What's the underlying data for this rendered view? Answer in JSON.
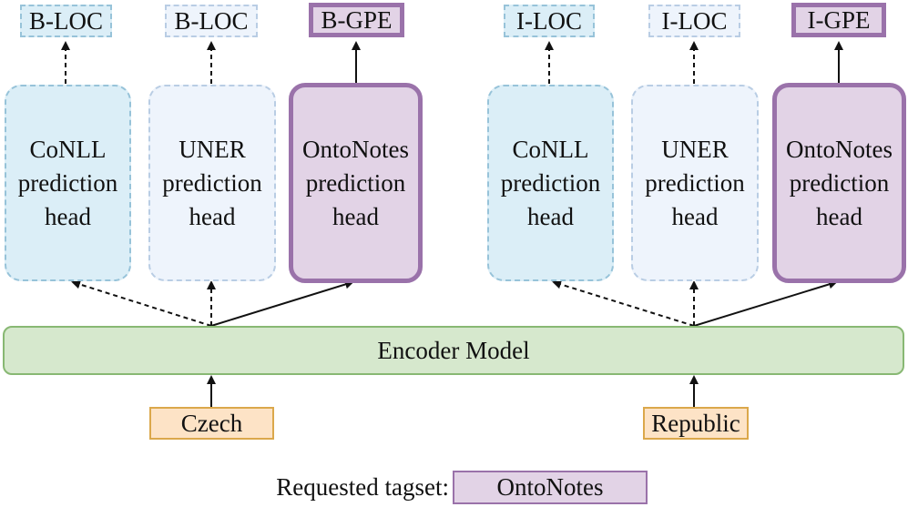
{
  "heads": {
    "conll_lines": [
      "CoNLL",
      "prediction",
      "head"
    ],
    "uner_lines": [
      "UNER",
      "prediction",
      "head"
    ],
    "onto_lines": [
      "OntoNotes",
      "prediction",
      "head"
    ]
  },
  "columns": [
    {
      "token": "Czech",
      "tags": {
        "conll": "B-LOC",
        "uner": "B-LOC",
        "onto": "B-GPE"
      }
    },
    {
      "token": "Republic",
      "tags": {
        "conll": "I-LOC",
        "uner": "I-LOC",
        "onto": "I-GPE"
      }
    }
  ],
  "encoder": {
    "label": "Encoder Model"
  },
  "legend": {
    "label": "Requested tagset:",
    "value": "OntoNotes"
  },
  "colors": {
    "conll_fill": "#dbeef7",
    "conll_border": "#97c3d9",
    "uner_fill": "#eef4fc",
    "uner_border": "#b9cde4",
    "onto_fill": "#e2d3e6",
    "onto_border": "#9a72aa",
    "encoder_fill": "#d6e8cd",
    "encoder_border": "#88b873",
    "token_fill": "#fde3c6",
    "token_border": "#dba84b"
  }
}
